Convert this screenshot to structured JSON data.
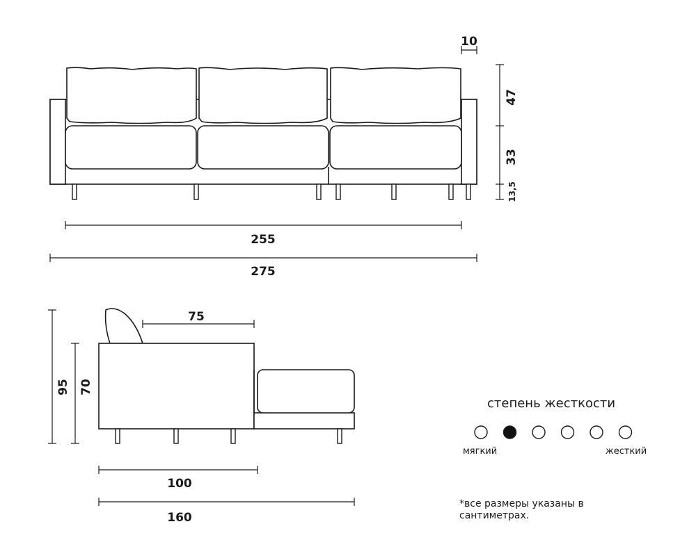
{
  "front_view": {
    "dim_arm_width": "10",
    "dim_back_height": "47",
    "dim_seat_height": "33",
    "dim_leg_height": "13,5",
    "dim_inner_width": "255",
    "dim_total_width": "275"
  },
  "side_view": {
    "dim_total_height": "95",
    "dim_body_height": "70",
    "dim_seat_depth": "75",
    "dim_depth": "100",
    "dim_chaise_depth": "160"
  },
  "rigidity": {
    "title": "степень жесткости",
    "label_soft": "мягкий",
    "label_hard": "жесткий",
    "levels": 6,
    "selected_level": 2
  },
  "footnote": "*все размеры указаны в сантиметрах."
}
